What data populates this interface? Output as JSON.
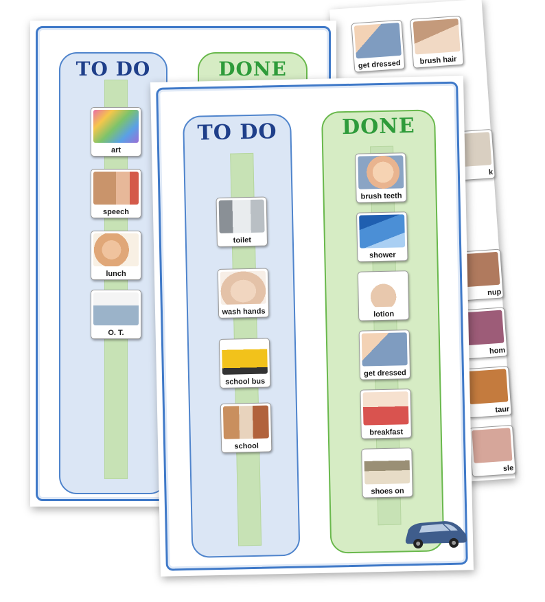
{
  "back_board": {
    "todo_title": "TO DO",
    "done_title": "DONE",
    "todo_cards": [
      {
        "label": "art",
        "icon": "rainbow-crayons-icon",
        "color": "#e86fa6"
      },
      {
        "label": "speech",
        "icon": "speech-therapy-icon",
        "color": "#c9946b"
      },
      {
        "label": "lunch",
        "icon": "eating-icon",
        "color": "#e0a778"
      },
      {
        "label": "O. T.",
        "icon": "swing-therapy-icon",
        "color": "#9bb3c9"
      }
    ]
  },
  "card_strip": {
    "cards": [
      {
        "label": "get dressed",
        "icon": "get-dressed-icon",
        "color": "#7f9cc0"
      },
      {
        "label": "brush hair",
        "icon": "brush-hair-icon",
        "color": "#c49a7b"
      }
    ],
    "edge_cards": [
      {
        "label": "k",
        "color": "#d9cfc1"
      },
      {
        "label": "nup",
        "color": "#b07a5e"
      },
      {
        "label": "hom",
        "color": "#9d5c78"
      },
      {
        "label": "taur",
        "color": "#c47b3e"
      },
      {
        "label": "sle",
        "color": "#d6a69a"
      }
    ]
  },
  "front_board": {
    "todo_title": "TO DO",
    "done_title": "DONE",
    "todo_cards": [
      {
        "label": "toilet",
        "icon": "toilet-icon",
        "color": "#b9bfc4"
      },
      {
        "label": "wash hands",
        "icon": "wash-hands-icon",
        "color": "#e4c2a8"
      },
      {
        "label": "school bus",
        "icon": "school-bus-icon",
        "color": "#f2c21b"
      },
      {
        "label": "school",
        "icon": "classroom-icon",
        "color": "#c98f5e"
      }
    ],
    "done_cards": [
      {
        "label": "brush teeth",
        "icon": "brush-teeth-icon",
        "color": "#e9b48f"
      },
      {
        "label": "shower",
        "icon": "shower-icon",
        "color": "#4b8fd6"
      },
      {
        "label": "lotion",
        "icon": "lotion-icon",
        "color": "#e8c8ad"
      },
      {
        "label": "get dressed",
        "icon": "get-dressed-icon",
        "color": "#7f9cc0"
      },
      {
        "label": "breakfast",
        "icon": "breakfast-icon",
        "color": "#d9534f"
      },
      {
        "label": "shoes on",
        "icon": "shoes-on-icon",
        "color": "#9a8f75"
      }
    ],
    "decoration": {
      "icon": "minivan-icon",
      "color": "#3f5d8c"
    }
  }
}
